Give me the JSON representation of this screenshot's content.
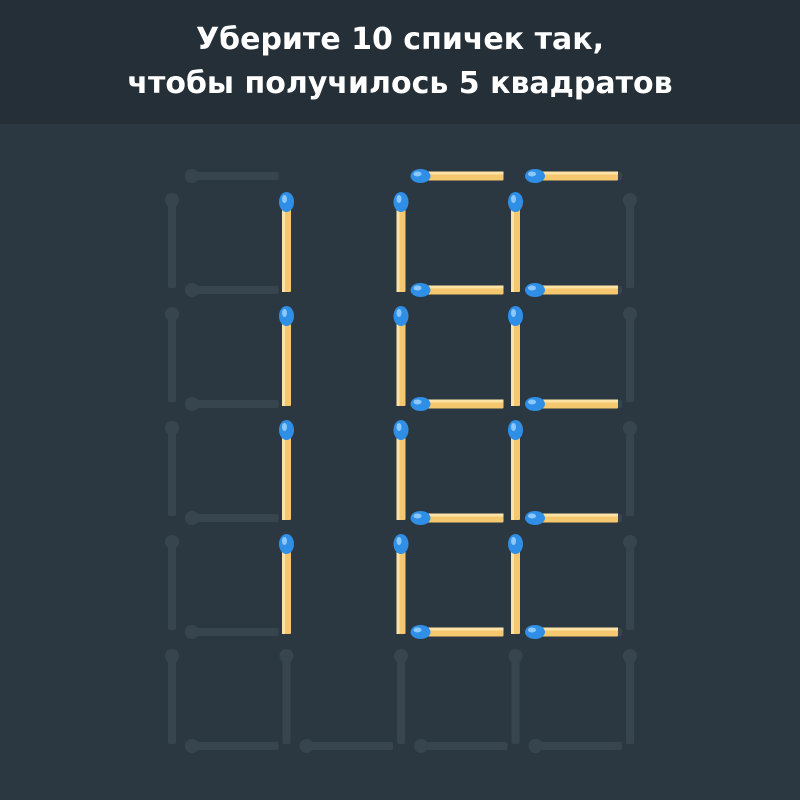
{
  "puzzle": {
    "title_lines": [
      "Уберите 10 спичек так,",
      "чтобы получилось 5 квадратов"
    ]
  },
  "colors": {
    "header_bg": "#242f37",
    "board_bg": "#2c3841",
    "ghost_match": "#37454f",
    "match_stick": "#f5c76e",
    "match_stick_light": "#fde3a6",
    "match_head": "#2f8fe6",
    "match_head_light": "#8cc8ff"
  },
  "grid": {
    "rows": 5,
    "cols": 4,
    "active_horizontal": [
      [
        0,
        1
      ],
      [
        0,
        2
      ],
      [
        1,
        1
      ],
      [
        1,
        2
      ],
      [
        2,
        1
      ],
      [
        2,
        2
      ],
      [
        3,
        1
      ],
      [
        3,
        2
      ],
      [
        4,
        1
      ],
      [
        4,
        2
      ]
    ],
    "active_vertical": [
      [
        0,
        1
      ],
      [
        0,
        2
      ],
      [
        0,
        3
      ],
      [
        1,
        1
      ],
      [
        1,
        2
      ],
      [
        1,
        3
      ],
      [
        2,
        1
      ],
      [
        2,
        2
      ],
      [
        2,
        3
      ],
      [
        3,
        1
      ],
      [
        3,
        2
      ],
      [
        3,
        3
      ]
    ]
  }
}
